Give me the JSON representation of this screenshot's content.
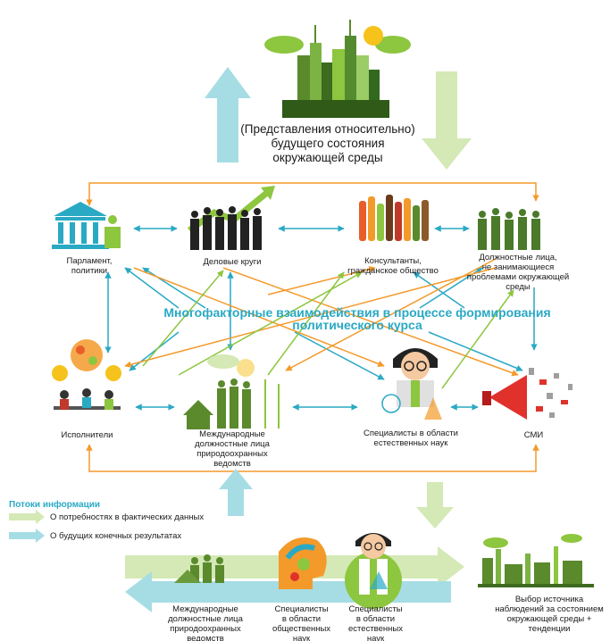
{
  "top": {
    "caption_line1": "(Представления относительно)",
    "caption_line2": "будущего состояния",
    "caption_line3": "окружающей среды"
  },
  "center_title": {
    "line1": "Многофакторные взаимодействия в процессе формирования",
    "line2": "политического курса"
  },
  "actors": {
    "parliament": {
      "line1": "Парламент,",
      "line2": "политики"
    },
    "business": {
      "line1": "Деловые круги"
    },
    "consultants": {
      "line1": "Консультанты,",
      "line2": "гражданское общество"
    },
    "officials": {
      "line1": "Должностные лица,",
      "line2": "не занимающиеся",
      "line3": "проблемами окружающей",
      "line4": "среды"
    },
    "executors": {
      "line1": "Исполнители"
    },
    "intl_officials": {
      "line1": "Международные",
      "line2": "должностные лица",
      "line3": "природоохранных",
      "line4": "ведомств"
    },
    "scientists": {
      "line1": "Специалисты в области",
      "line2": "естественных наук"
    },
    "media": {
      "line1": "СМИ"
    }
  },
  "legend": {
    "title": "Потоки информации",
    "item1": "О потребностях в фактических данных",
    "item2": "О будущих конечных результатах"
  },
  "bottom": {
    "intl": {
      "line1": "Международные",
      "line2": "должностные лица",
      "line3": "природоохранных",
      "line4": "ведомств"
    },
    "social": {
      "line1": "Специалисты",
      "line2": "в области",
      "line3": "общественных",
      "line4": "наук"
    },
    "natural": {
      "line1": "Специалисты",
      "line2": "в области",
      "line3": "естественных",
      "line4": "наук"
    },
    "source": {
      "line1": "Выбор источника",
      "line2": "наблюдений за состоянием",
      "line3": "окружающей среды +",
      "line4": "тенденции"
    }
  },
  "colors": {
    "teal": "#2aa9c4",
    "orange": "#f39a2b",
    "green": "#8dc63f",
    "pale_teal": "#a6dde4",
    "pale_green": "#d4e9b5"
  }
}
